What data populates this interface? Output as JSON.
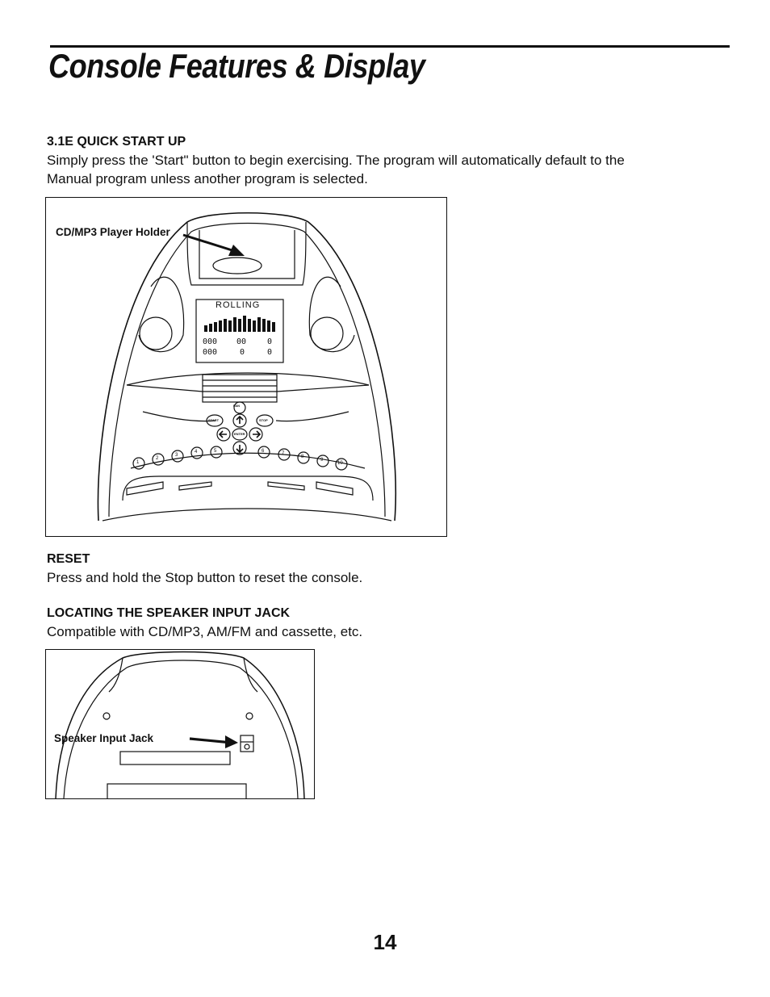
{
  "header": {
    "title": "Console Features & Display"
  },
  "sections": {
    "quick_start": {
      "heading": "3.1E QUICK START UP",
      "line1": "Simply press the 'Start\" button to begin exercising. The program will automatically default to the",
      "line2": "Manual program unless another program is selected."
    },
    "reset": {
      "heading": "RESET",
      "body": "Press and hold the Stop button to reset the console."
    },
    "speaker_jack": {
      "heading": "LOCATING THE SPEAKER INPUT JACK",
      "body": "Compatible with CD/MP3, AM/FM and cassette, etc."
    }
  },
  "figure1": {
    "callout": "CD/MP3 Player Holder",
    "display_text": "ROLLING",
    "readouts": [
      "000",
      "00",
      "0",
      "000",
      "0",
      "0"
    ],
    "buttons": {
      "fan": "FAN",
      "start": "START",
      "stop": "STOP",
      "enter": "ENTER",
      "numbers": [
        "1",
        "2",
        "3",
        "4",
        "5",
        "6",
        "7",
        "8",
        "9",
        "10"
      ]
    }
  },
  "figure2": {
    "callout": "Speaker Input Jack"
  },
  "footer": {
    "page_number": "14"
  }
}
